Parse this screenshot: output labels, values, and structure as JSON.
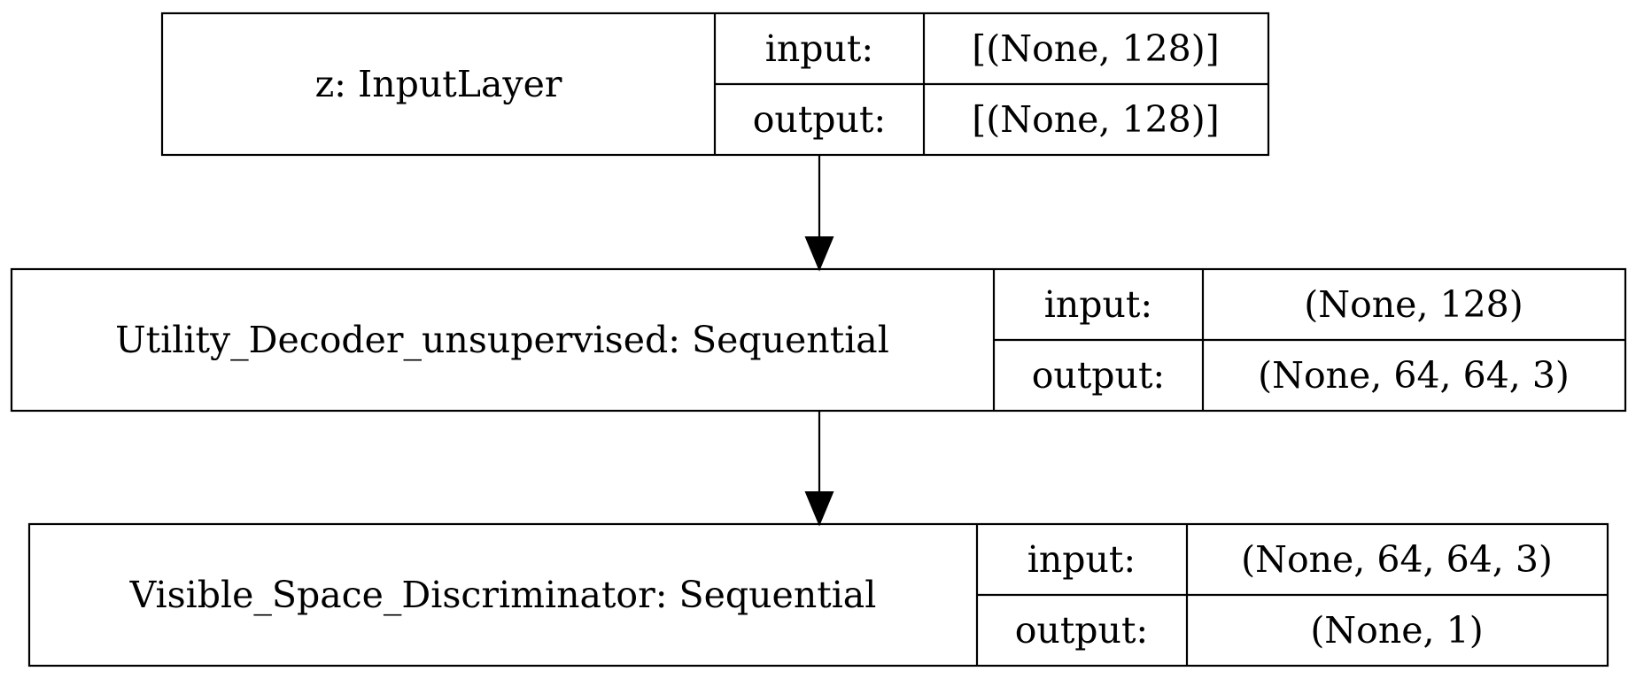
{
  "diagram": {
    "nodes": [
      {
        "id": "z",
        "title": "z: InputLayer",
        "input_label": "input:",
        "input_value": "[(None, 128)]",
        "output_label": "output:",
        "output_value": "[(None, 128)]"
      },
      {
        "id": "utility-decoder",
        "title": "Utility_Decoder_unsupervised: Sequential",
        "input_label": "input:",
        "input_value": "(None, 128)",
        "output_label": "output:",
        "output_value": "(None, 64, 64, 3)"
      },
      {
        "id": "visible-space-discriminator",
        "title": "Visible_Space_Discriminator: Sequential",
        "input_label": "input:",
        "input_value": "(None, 64, 64, 3)",
        "output_label": "output:",
        "output_value": "(None, 1)"
      }
    ],
    "edges": [
      {
        "from": "z",
        "to": "utility-decoder"
      },
      {
        "from": "utility-decoder",
        "to": "visible-space-discriminator"
      }
    ]
  }
}
